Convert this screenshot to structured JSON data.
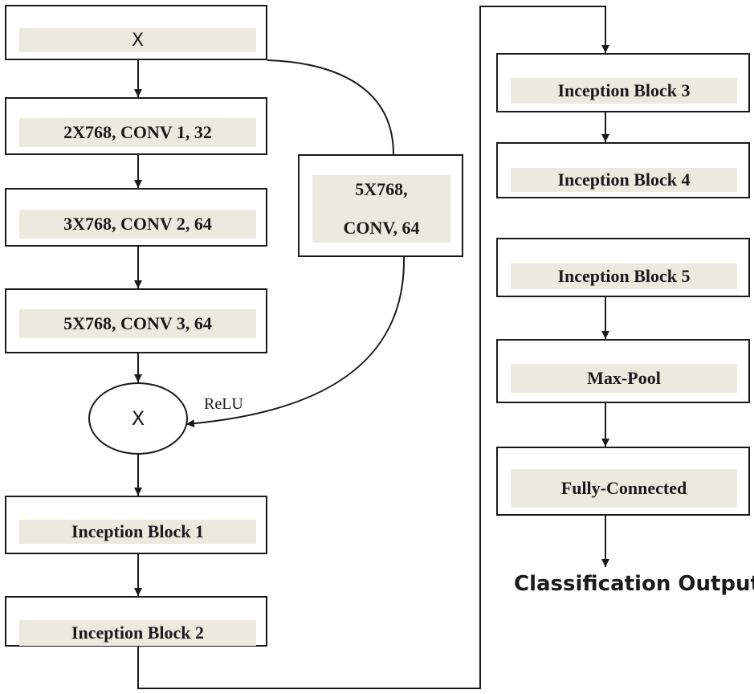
{
  "diagram": {
    "input": {
      "label": "X"
    },
    "left_column": [
      {
        "label": "2X768, CONV 1, 32"
      },
      {
        "label": "3X768, CONV 2, 64"
      },
      {
        "label": "5X768, CONV 3, 64"
      }
    ],
    "branch": {
      "line1": "5X768,",
      "line2": "CONV, 64"
    },
    "relu_label": "ReLU",
    "multiply": {
      "label": "X"
    },
    "inception_blocks": [
      {
        "label": "Inception Block 1"
      },
      {
        "label": "Inception Block 2"
      },
      {
        "label": "Inception Block 3"
      },
      {
        "label": "Inception Block 4"
      },
      {
        "label": "Inception Block 5"
      }
    ],
    "max_pool": {
      "label": "Max-Pool"
    },
    "fully_connected": {
      "label": "Fully-Connected"
    },
    "output": {
      "label": "Classification Output"
    },
    "colors": {
      "stroke": "#1a1a1a",
      "band_fill": "#ece9df",
      "box_fill": "#ffffff"
    }
  }
}
